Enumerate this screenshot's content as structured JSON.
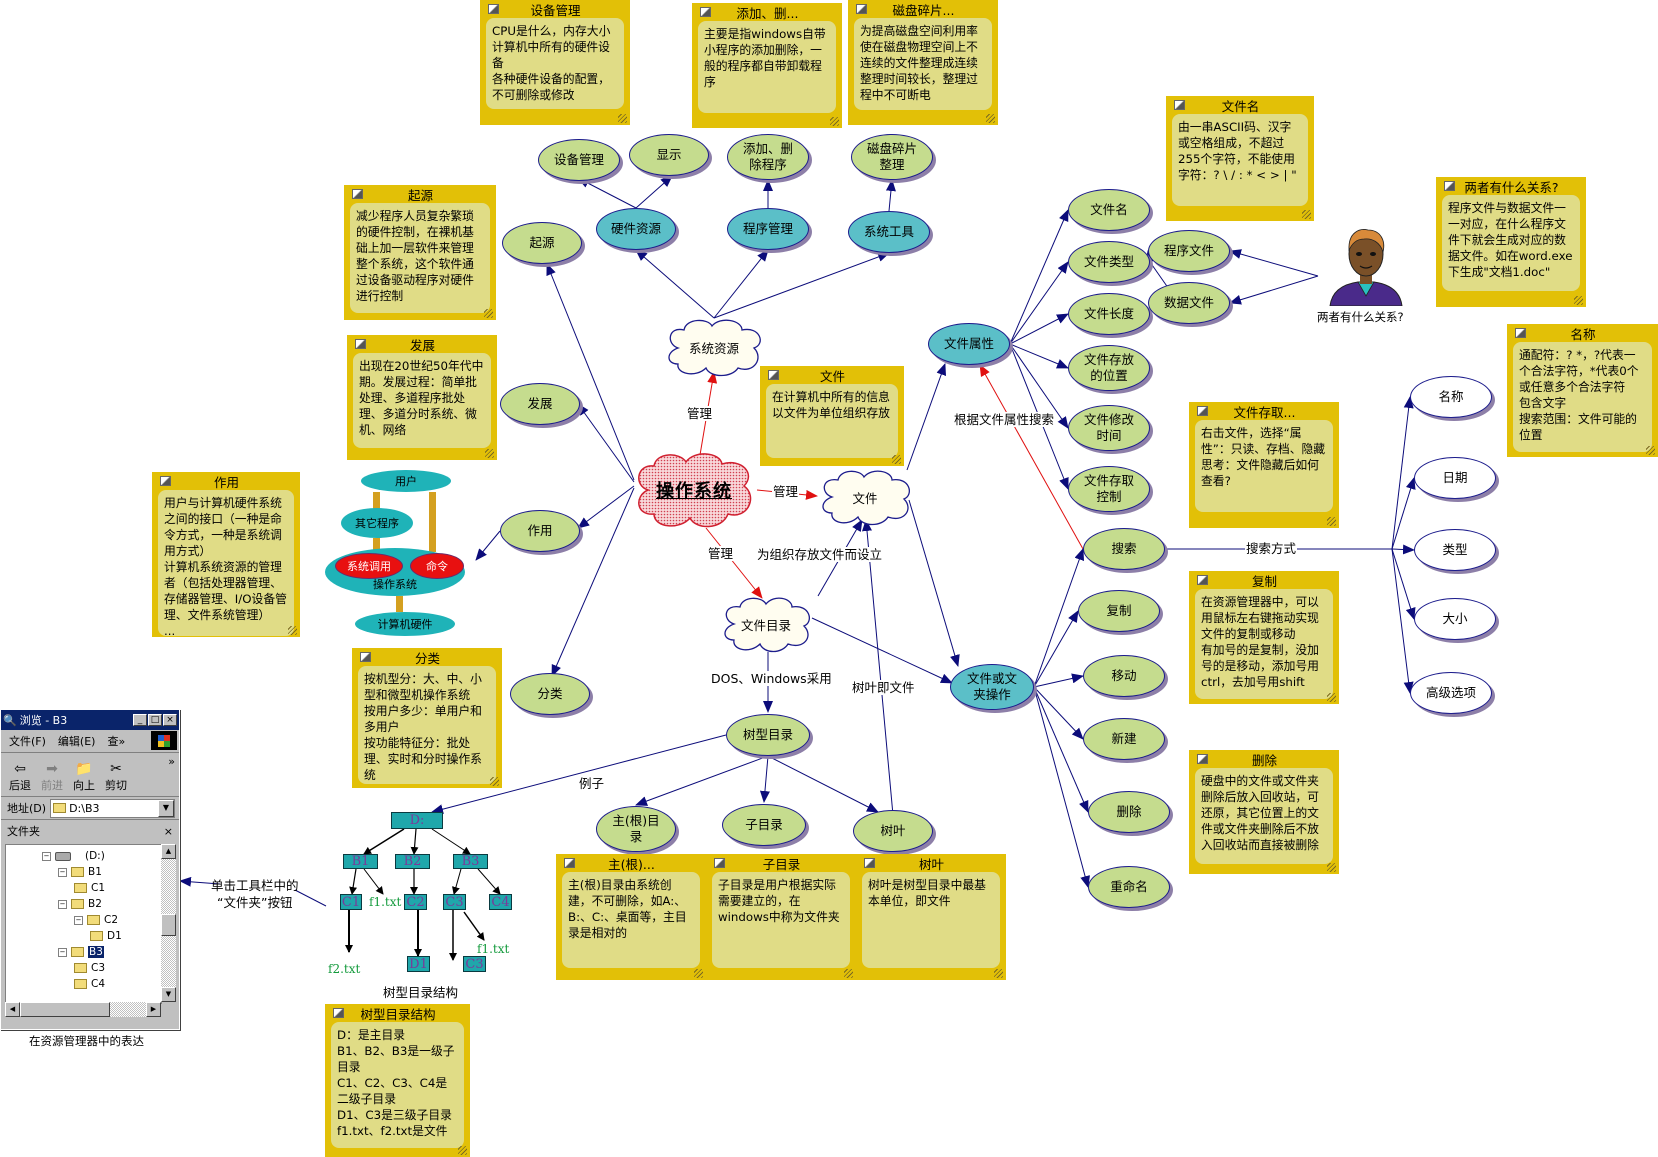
{
  "diagram": {
    "title": "操作系统",
    "clouds": {
      "os": "操作系统",
      "system_resources": "系统资源",
      "file": "文件",
      "file_directory": "文件目录"
    },
    "nodes": {
      "device_mgmt": "设备管理",
      "display": "显示",
      "add_remove": "添加、删除程序",
      "defrag": "磁盘碎片整理",
      "hardware": "硬件资源",
      "program_mgmt": "程序管理",
      "system_tools": "系统工具",
      "origin": "起源",
      "development": "发展",
      "function": "作用",
      "classification": "分类",
      "file_attr": "文件属性",
      "file_ops": "文件或文夹操作",
      "tree_dir": "树型目录",
      "root_dir": "主(根)目录",
      "sub_dir": "子目录",
      "leaf": "树叶",
      "file_name": "文件名",
      "file_type": "文件类型",
      "file_length": "文件长度",
      "file_location": "文件存放的位置",
      "file_mtime": "文件修改时间",
      "file_access": "文件存取控制",
      "program_file": "程序文件",
      "data_file": "数据文件",
      "search": "搜索",
      "copy": "复制",
      "move": "移动",
      "new": "新建",
      "delete": "删除",
      "rename": "重命名",
      "s_name": "名称",
      "s_date": "日期",
      "s_type": "类型",
      "s_size": "大小",
      "s_advanced": "高级选项"
    },
    "edge_labels": {
      "manage_up": "管理",
      "manage_right": "管理",
      "manage_down": "管理",
      "for_files": "为组织存放文件而设立",
      "dos_windows": "DOS、Windows采用",
      "leaf_is_file": "树叶即文件",
      "example": "例子",
      "by_attr_search": "根据文件属性搜索",
      "search_way": "搜索方式",
      "toolbar_folder_line1": "单击工具栏中的",
      "toolbar_folder_line2": "“文件夹”按钮"
    },
    "captions": {
      "tree_structure": "树型目录结构",
      "in_explorer": "在资源管理器中的表达",
      "relation_question": "两者有什么关系?"
    }
  },
  "notes": {
    "device_mgmt": {
      "title": "设备管理",
      "body": "CPU是什么，内存大小\n计算机中所有的硬件设备\n各种硬件设备的配置，不可删除或修改"
    },
    "add_remove": {
      "title": "添加、删...",
      "body": "主要是指windows自带小程序的添加删除，一般的程序都自带卸载程序"
    },
    "defrag": {
      "title": "磁盘碎片...",
      "body": "为提高磁盘空间利用率使在磁盘物理空间上不连续的文件整理成连续整理时间较长，整理过程中不可断电"
    },
    "origin": {
      "title": "起源",
      "body": "减少程序人员复杂繁琐的硬件控制，在裸机基础上加一层软件来管理整个系统，这个软件通过设备驱动程序对硬件进行控制"
    },
    "development": {
      "title": "发展",
      "body": "出现在20世纪50年代中期。发展过程：简单批处理、多道程序批处理、多道分时系统、微机、网络"
    },
    "function": {
      "title": "作用",
      "body": "用户与计算机硬件系统之间的接口（一种是命令方式，一种是系统调用方式）\n计算机系统资源的管理者（包括处理器管理、存储器管理、I/O设备管理、文件系统管理）\n..."
    },
    "classification": {
      "title": "分类",
      "body": "按机型分：大、中、小型和微型机操作系统\n按用户多少：单用户和多用户\n按功能特征分：批处理、实时和分时操作系统"
    },
    "file": {
      "title": "文件",
      "body": "在计算机中所有的信息以文件为单位组织存放"
    },
    "file_name": {
      "title": "文件名",
      "body": "由一串ASCII码、汉字或空格组成，不超过255个字符，不能使用字符：? \\ / : * < > | \""
    },
    "relation": {
      "title": "两者有什么关系?",
      "body": "程序文件与数据文件一一对应，在什么程序文件下就会生成对应的数据文件。如在word.exe下生成\"文档1.doc\""
    },
    "name": {
      "title": "名称",
      "body": "通配符：? *，?代表一个合法字符，*代表0个或任意多个合法字符\n包含文字\n搜索范围：文件可能的位置\n..."
    },
    "file_access": {
      "title": "文件存取...",
      "body": "右击文件，选择“属性”：只读、存档、隐藏\n思考：文件隐藏后如何查看?"
    },
    "copy": {
      "title": "复制",
      "body": "在资源管理器中，可以用鼠标左右键拖动实现文件的复制或移动\n有加号的是复制，没加号的是移动，添加号用ctrl，去加号用shift"
    },
    "delete": {
      "title": "删除",
      "body": "硬盘中的文件或文件夹删除后放入回收站，可还原，其它位置上的文件或文件夹删除后不放入回收站而直接被删除"
    },
    "root_dir": {
      "title": "主(根)...",
      "body": "主(根)目录由系统创建，不可删除，如A:、B:、C:、桌面等，主目录是相对的"
    },
    "sub_dir": {
      "title": "子目录",
      "body": "子目录是用户根据实际需要建立的，在windows中称为文件夹"
    },
    "leaf": {
      "title": "树叶",
      "body": "树叶是树型目录中最基本单位，即文件"
    },
    "tree_structure": {
      "title": "树型目录结构",
      "body": "D：是主目录\nB1、B2、B3是一级子目录\nC1、C2、C3、C4是二级子目录\nD1、C3是三级子目录\nf1.txt、f2.txt是文件"
    }
  },
  "os_diagram": {
    "user": "用户",
    "other_programs": "其它程序",
    "system_call": "系统调用",
    "command": "命令",
    "os": "操作系统",
    "hardware": "计算机硬件"
  },
  "tree_structure": {
    "root": "D:",
    "level1": [
      "B1",
      "B2",
      "B3"
    ],
    "level2": [
      "C1",
      "C2",
      "C3",
      "C4"
    ],
    "level3": [
      "D1",
      "C3"
    ],
    "files": [
      "f1.txt",
      "f2.txt",
      "f1.txt"
    ]
  },
  "explorer": {
    "title": "浏览 - B3",
    "menu": [
      "文件(F)",
      "编辑(E)",
      "查»"
    ],
    "toolbar": [
      "后退",
      "前进",
      "向上",
      "剪切"
    ],
    "address_label": "地址(D)",
    "address_value": "D:\\B3",
    "pane_title": "文件夹",
    "tree": [
      "(D:)",
      "B1",
      "C1",
      "B2",
      "C2",
      "D1",
      "B3",
      "C3",
      "C4"
    ],
    "selected": "B3"
  },
  "colors": {
    "note_frame": "#e2c007",
    "note_body": "#e0dc86",
    "node_green": "#c5dc8e",
    "node_teal": "#5bbfc8",
    "edge_blue": "#0c0c7a",
    "edge_red": "#e01010"
  }
}
